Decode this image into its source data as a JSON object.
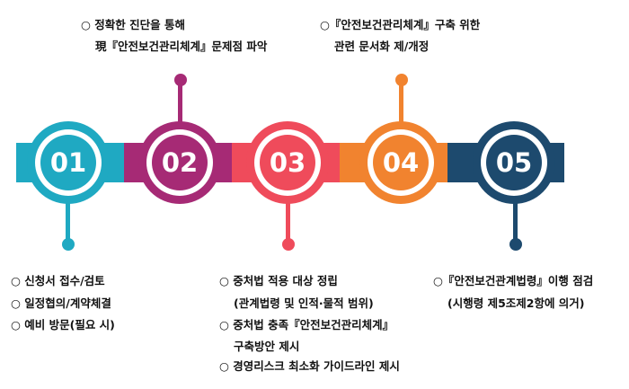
{
  "steps": [
    {
      "num": "01",
      "color": "#1fa9c2"
    },
    {
      "num": "02",
      "color": "#a62a75"
    },
    {
      "num": "03",
      "color": "#ef4b5b"
    },
    {
      "num": "04",
      "color": "#f1832f"
    },
    {
      "num": "05",
      "color": "#1d4a6e"
    }
  ],
  "top_notes": {
    "step2": [
      "○ 정확한 진단을 통해",
      "現『안전보건관리체계』문제점 파악"
    ],
    "step4": [
      "○『안전보건관리체계』구축 위한",
      "관련 문서화 제/개정"
    ]
  },
  "bottom_notes": {
    "step1": [
      "○ 신청서 접수/검토",
      "○ 일정협의/계약체결",
      "○ 예비 방문(필요 시)"
    ],
    "step3": [
      "○ 중처법 적용 대상 정립",
      "(관계법령 및 인적·물적 범위)",
      "○ 중처법 충족『안전보건관리체계』",
      "구축방안 제시",
      "○ 경영리스크 최소화 가이드라인 제시"
    ],
    "step5": [
      "○『안전보건관계법령』이행 점검",
      "(시행령 제5조제2항에 의거)"
    ]
  }
}
